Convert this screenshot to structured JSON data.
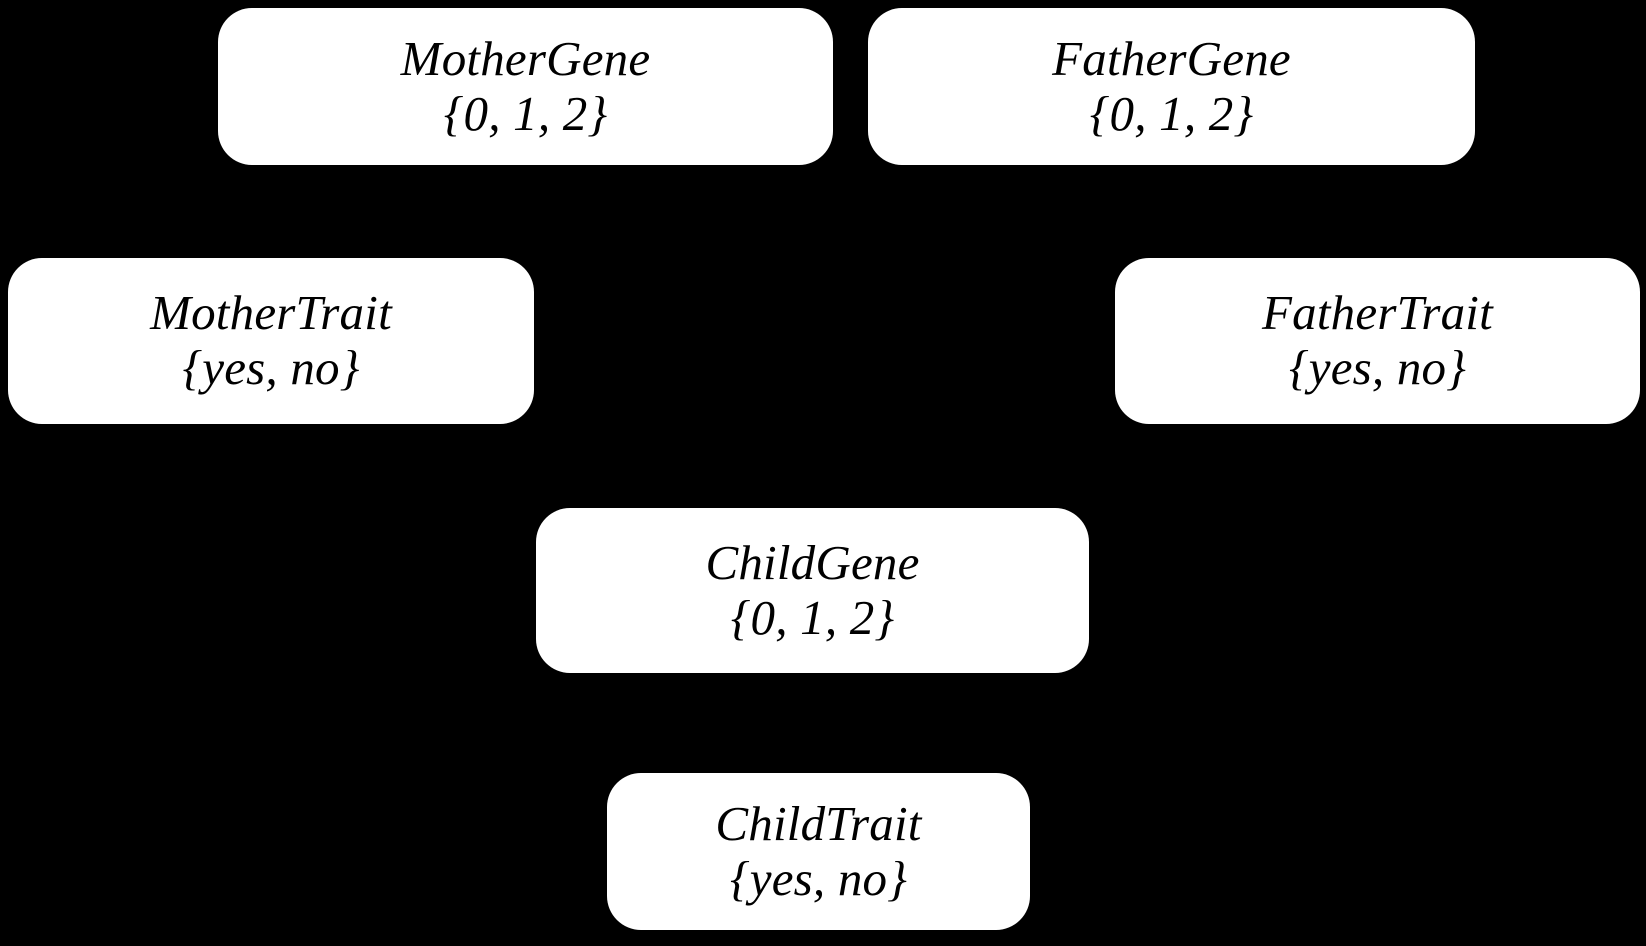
{
  "diagram": {
    "type": "bayesian-network",
    "title": "",
    "background_color": "#000000",
    "node_fill_color": "#ffffff",
    "node_text_color": "#000000",
    "nodes": [
      {
        "id": "mother-gene",
        "label": "MotherGene",
        "domain": "{0, 1, 2}"
      },
      {
        "id": "father-gene",
        "label": "FatherGene",
        "domain": "{0, 1, 2}"
      },
      {
        "id": "mother-trait",
        "label": "MotherTrait",
        "domain": "{yes, no}"
      },
      {
        "id": "father-trait",
        "label": "FatherTrait",
        "domain": "{yes, no}"
      },
      {
        "id": "child-gene",
        "label": "ChildGene",
        "domain": "{0, 1, 2}"
      },
      {
        "id": "child-trait",
        "label": "ChildTrait",
        "domain": "{yes, no}"
      }
    ],
    "edges": [
      {
        "from": "mother-gene",
        "to": "mother-trait"
      },
      {
        "from": "mother-gene",
        "to": "child-gene"
      },
      {
        "from": "father-gene",
        "to": "father-trait"
      },
      {
        "from": "father-gene",
        "to": "child-gene"
      },
      {
        "from": "child-gene",
        "to": "child-trait"
      }
    ]
  }
}
